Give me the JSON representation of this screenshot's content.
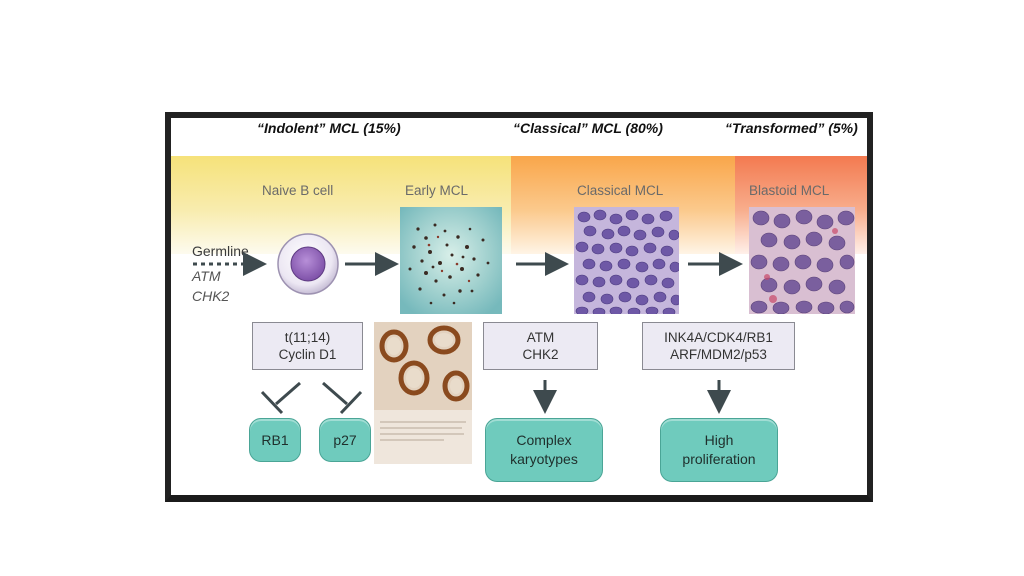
{
  "headers": {
    "indolent": "“Indolent” MCL (15%)",
    "classical": "“Classical” MCL (80%)",
    "transformed": "“Transformed” (5%)"
  },
  "stages": {
    "naive": "Naive B cell",
    "early": "Early MCL",
    "classical": "Classical MCL",
    "blastoid": "Blastoid MCL"
  },
  "germline": {
    "label": "Germline",
    "genes": [
      "ATM",
      "CHK2"
    ]
  },
  "boxes": {
    "translocation": {
      "line1": "t(11;14)",
      "line2": "Cyclin D1"
    },
    "atm": {
      "line1": "ATM",
      "line2": "CHK2"
    },
    "ink4a": {
      "line1": "INK4A/CDK4/RB1",
      "line2": "ARF/MDM2/p53"
    }
  },
  "targets": {
    "rb1": "RB1",
    "p27": "p27",
    "complex": {
      "line1": "Complex",
      "line2": "karyotypes"
    },
    "high": {
      "line1": "High",
      "line2": "proliferation"
    }
  },
  "colors": {
    "indolent_band": "#f5e89a",
    "classical_band": "#fbb86a",
    "transformed_band": "#f58a5c",
    "box_fill": "#eceaf3",
    "pill_fill": "#6fcbbd",
    "arrow": "#3e4a4e"
  }
}
